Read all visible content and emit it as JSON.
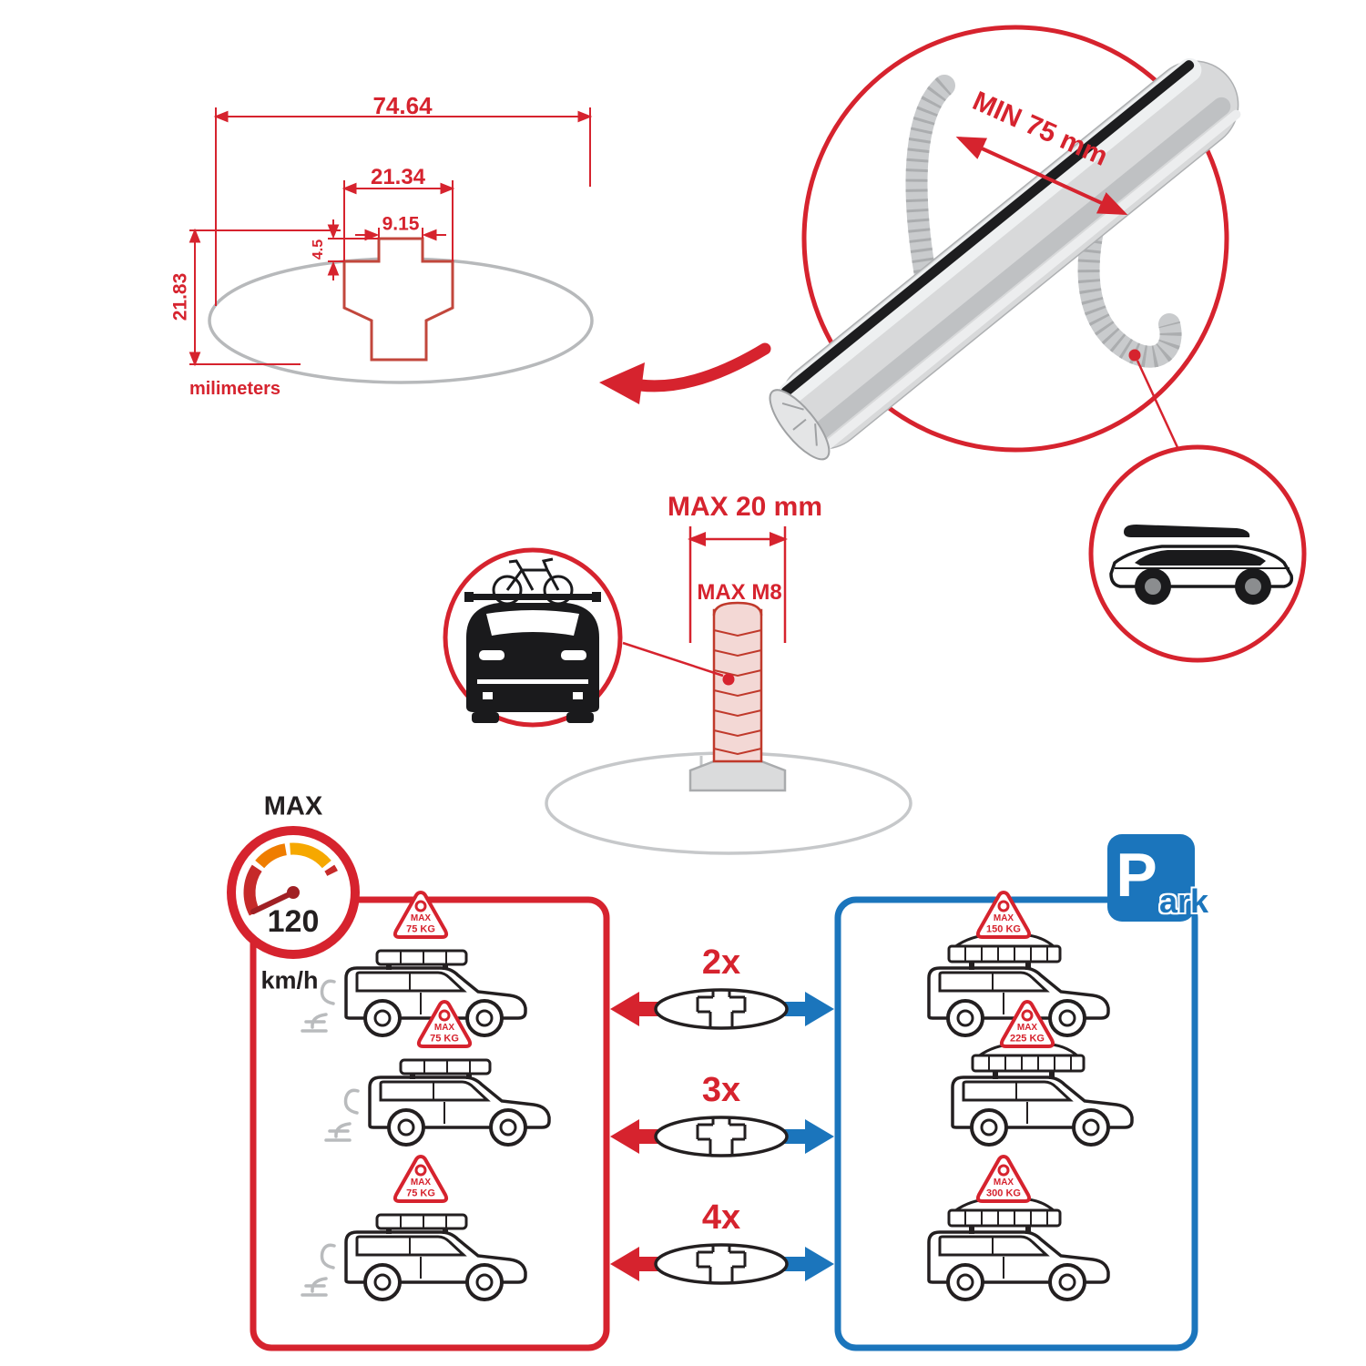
{
  "colors": {
    "red": "#d6232e",
    "blue": "#1b75bc",
    "ink": "#231f20",
    "gray": "#b9bbbd"
  },
  "dims": {
    "total_width": "74.64",
    "channel_width": "21.34",
    "slot_width": "9.15",
    "lip_height": "4.5",
    "total_height": "21.83",
    "unit": "milimeters"
  },
  "clamp": {
    "min_span": "MIN 75 mm"
  },
  "bolt": {
    "max_width": "MAX 20 mm",
    "max_thread": "MAX M8"
  },
  "speed": {
    "label": "MAX",
    "value": "120",
    "unit": "km/h"
  },
  "park": {
    "initial": "P",
    "rest": "ark"
  },
  "rows": [
    {
      "multiplier": "2x",
      "badge_max": "MAX",
      "drive_load": "75 KG",
      "park_load": "150 KG"
    },
    {
      "multiplier": "3x",
      "badge_max": "MAX",
      "drive_load": "75 KG",
      "park_load": "225 KG"
    },
    {
      "multiplier": "4x",
      "badge_max": "MAX",
      "drive_load": "75 KG",
      "park_load": "300 KG"
    }
  ]
}
